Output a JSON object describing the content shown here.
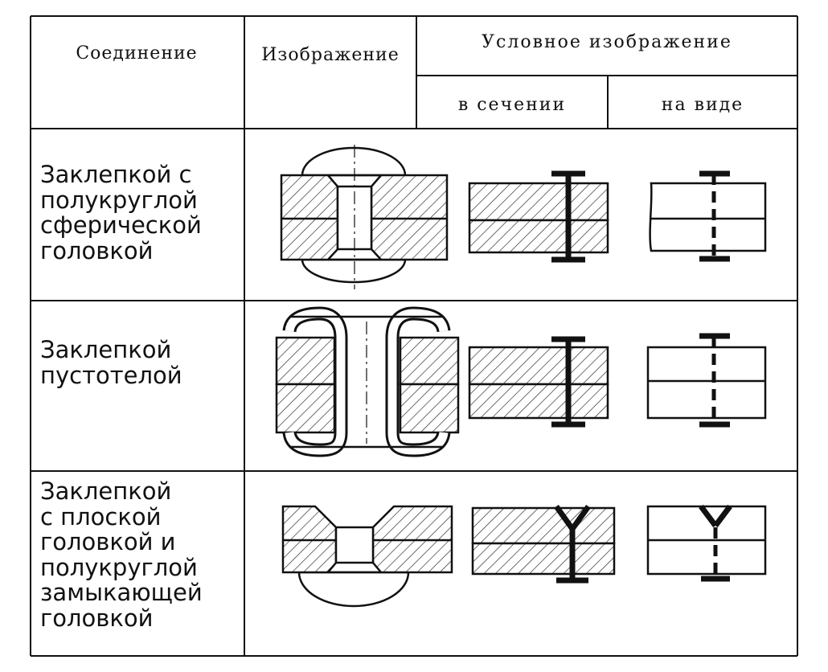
{
  "table": {
    "header": {
      "connection": "Соединение",
      "image": "Изображение",
      "conventional": "Условное изображение",
      "in_section": "в сечении",
      "in_view": "на виде"
    },
    "rows": [
      {
        "label": "Заклепкой с\nполукруглой\nсферической\nголовкой"
      },
      {
        "label": "Заклепкой\nпустотелой"
      },
      {
        "label": "Заклепкой\nс плоской\nголовкой и\nполукруглой\nзамыкающей\nголовкой"
      }
    ]
  },
  "icons": [
    "rivet-round-head-drawing",
    "rivet-round-head-section-symbol",
    "rivet-round-head-view-symbol",
    "rivet-hollow-drawing",
    "rivet-hollow-section-symbol",
    "rivet-hollow-view-symbol",
    "rivet-flat-head-drawing",
    "rivet-flat-head-section-symbol",
    "rivet-flat-head-view-symbol"
  ]
}
